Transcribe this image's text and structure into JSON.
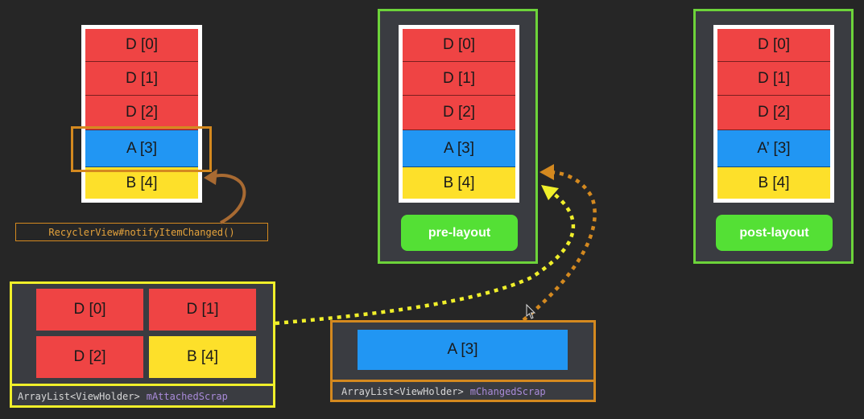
{
  "colors": {
    "background": "#262626",
    "red_cell": "#ef4444",
    "blue_cell": "#2196f3",
    "yellow_cell": "#fde02a",
    "green_frame": "#6dd33a",
    "green_button": "#54e035",
    "orange_highlight": "#d4891f",
    "yellow_frame": "#f0ef2a",
    "scrap_panel": "#3a3c41",
    "code_keyword": "#a98bd9"
  },
  "left_column": {
    "cells": [
      "D [0]",
      "D [1]",
      "D [2]",
      "A [3]",
      "B [4]"
    ],
    "call_label": "RecyclerView#notifyItemChanged()"
  },
  "pre_layout": {
    "cells": [
      "D [0]",
      "D [1]",
      "D [2]",
      "A [3]",
      "B [4]"
    ],
    "button": "pre-layout"
  },
  "post_layout": {
    "cells": [
      "D [0]",
      "D [1]",
      "D [2]",
      "A’ [3]",
      "B [4]"
    ],
    "button": "post-layout"
  },
  "attached_scrap": {
    "cells": [
      "D [0]",
      "D [1]",
      "D [2]",
      "B [4]"
    ],
    "type_label": "ArrayList<ViewHolder>",
    "var_label": "mAttachedScrap"
  },
  "changed_scrap": {
    "cells": [
      "A [3]"
    ],
    "type_label": "ArrayList<ViewHolder>",
    "var_label": "mChangedScrap"
  }
}
